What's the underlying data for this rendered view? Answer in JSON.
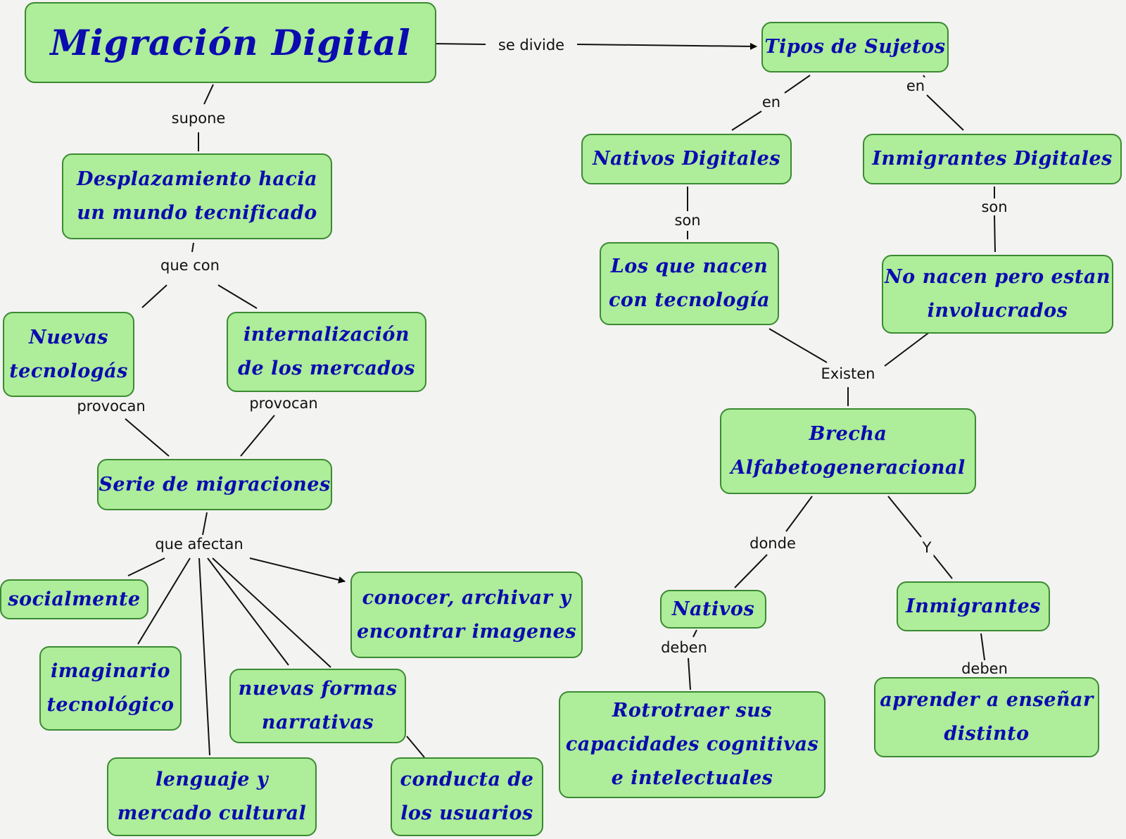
{
  "diagram": {
    "title": "Migración Digital",
    "colors": {
      "node_fill": "#aeed99",
      "node_border": "#3b8a32",
      "node_text": "#0b0bb0",
      "link_text": "#111111",
      "background": "#f3f3f1"
    },
    "nodes": {
      "migracion": "Migración Digital",
      "tipos": "Tipos de Sujetos",
      "desplazamiento": "Desplazamiento hacia\nun mundo tecnificado",
      "nativos_dig": "Nativos Digitales",
      "inmigrantes_dig": "Inmigrantes Digitales",
      "nuevas_tec": "Nuevas\ntecnologás",
      "internalizacion": "internalización\nde los mercados",
      "los_que_nacen": "Los que nacen\ncon tecnología",
      "no_nacen": "No nacen pero estan\ninvolucrados",
      "serie": "Serie de migraciones",
      "brecha": "Brecha\nAlfabetogeneracional",
      "socialmente": "socialmente",
      "conocer": "conocer, archivar y\nencontrar imagenes",
      "nativos": "Nativos",
      "inmigrantes": "Inmigrantes",
      "imaginario": "imaginario\ntecnológico",
      "nuevas_formas": "nuevas formas\nnarrativas",
      "rotrotraer": "Rotrotraer sus\ncapacidades cognitivas\ne intelectuales",
      "aprender": "aprender a enseñar\ndistinto",
      "lenguaje": "lenguaje y\nmercado cultural",
      "conducta": "conducta de\nlos usuarios"
    },
    "links": {
      "se_divide": "se divide",
      "supone": "supone",
      "en_left": "en",
      "en_right": "en",
      "son_left": "son",
      "son_right": "son",
      "que_con": "que con",
      "provocan_left": "provocan",
      "provocan_right": "provocan",
      "existen": "Existen",
      "que_afectan": "que afectan",
      "donde": "donde",
      "y": "Y",
      "deben_left": "deben",
      "deben_right": "deben"
    }
  }
}
